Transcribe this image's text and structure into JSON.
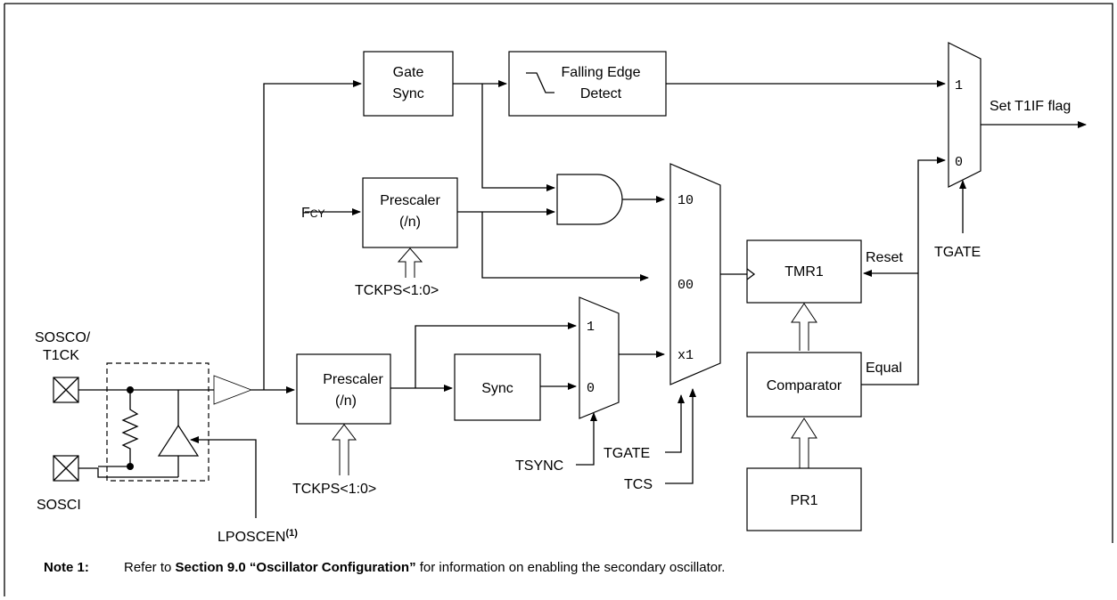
{
  "blocks": {
    "gate_sync": [
      "Gate",
      "Sync"
    ],
    "falling_edge": [
      "Falling Edge",
      "Detect"
    ],
    "prescaler_top": [
      "Prescaler",
      "(/n)"
    ],
    "prescaler_bottom": [
      "Prescaler",
      "(/n)"
    ],
    "sync": "Sync",
    "tmr1": "TMR1",
    "comparator": "Comparator",
    "pr1": "PR1"
  },
  "signals": {
    "fcy": "F",
    "fcy_sub": "CY",
    "tckps_top": "TCKPS<1:0>",
    "tckps_bottom": "TCKPS<1:0>",
    "sosco": "SOSCO/",
    "t1ck": "T1CK",
    "sosci": "SOSCI",
    "lposcen": "LPOSCEN",
    "lposcen_sup": "(1)",
    "tsync": "TSYNC",
    "tgate_mux": "TGATE",
    "tgate_out": "TGATE",
    "tcs": "TCS",
    "reset": "Reset",
    "equal": "Equal",
    "set_t1if": "Set T1IF flag"
  },
  "mux_inputs": {
    "big_mux": [
      "10",
      "00",
      "x1"
    ],
    "small_mux": [
      "1",
      "0"
    ],
    "out_mux": [
      "1",
      "0"
    ]
  },
  "note": {
    "label": "Note   1:",
    "text_before": "Refer to ",
    "bold": "Section 9.0 “Oscillator Configuration”",
    "text_after": " for information on enabling the secondary oscillator."
  }
}
